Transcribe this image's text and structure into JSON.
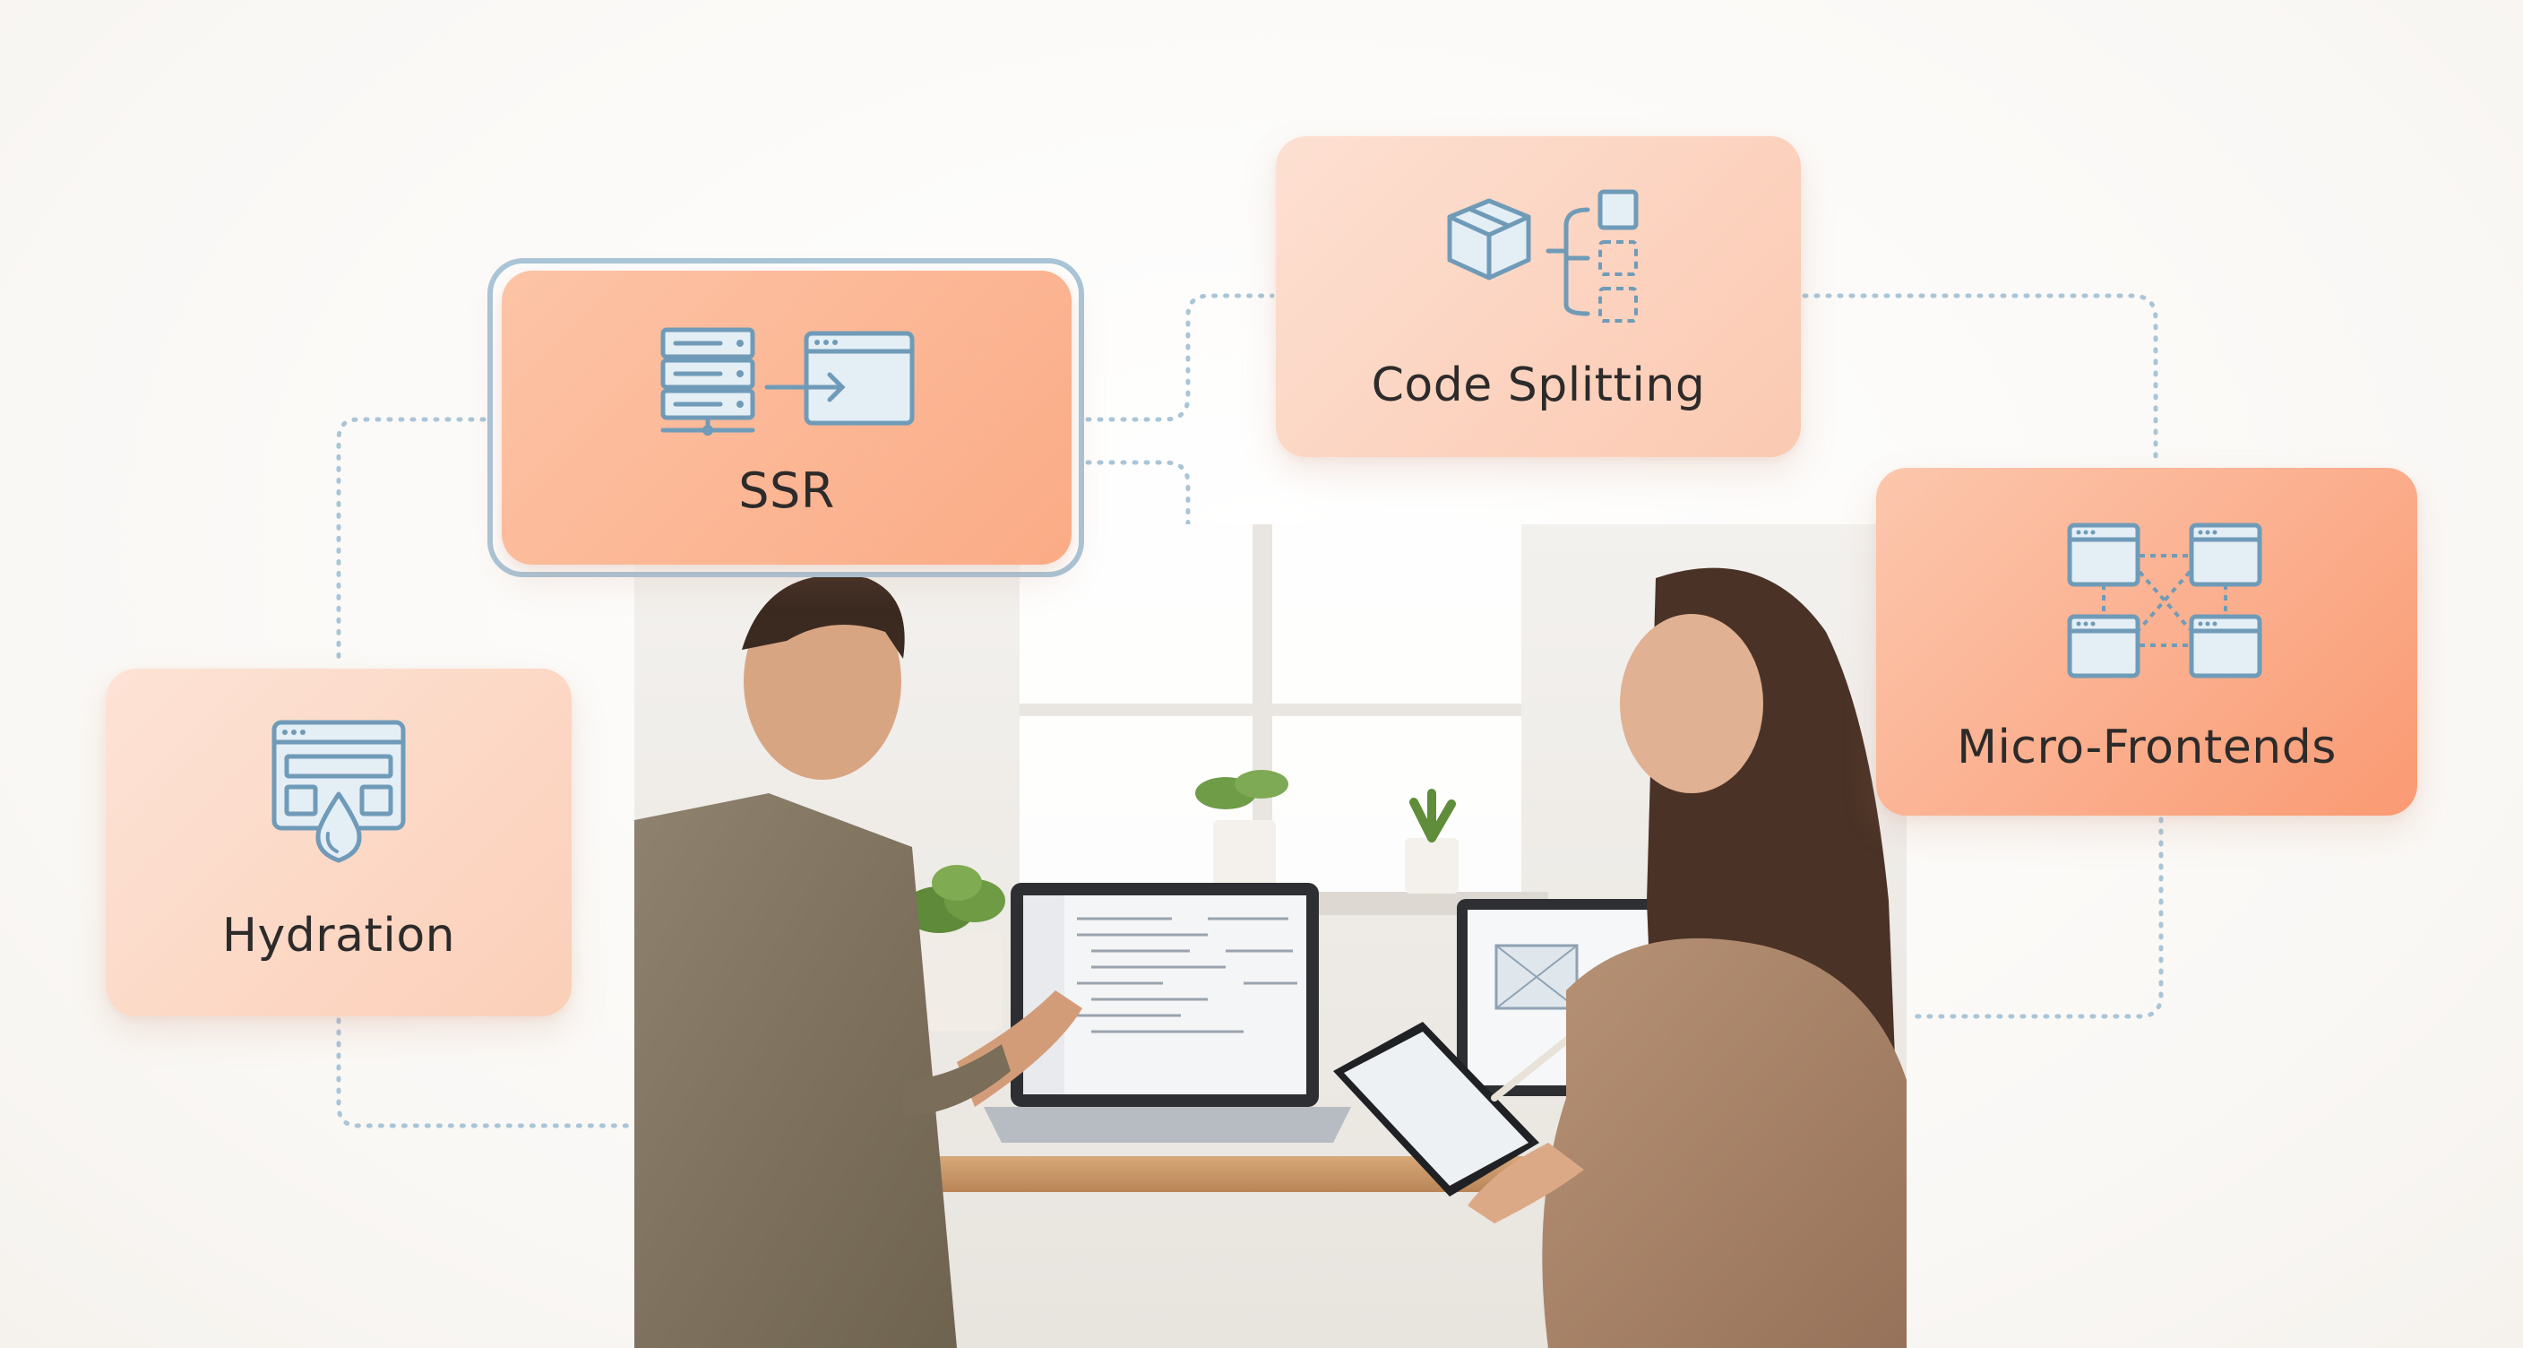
{
  "cards": {
    "ssr": {
      "label": "SSR",
      "selected": true
    },
    "code_splitting": {
      "label": "Code Splitting"
    },
    "hydration": {
      "label": "Hydration"
    },
    "micro_frontends": {
      "label": "Micro-Frontends"
    }
  },
  "icons": {
    "ssr": "server-to-browser-icon",
    "code_splitting": "package-split-icon",
    "hydration": "browser-water-drop-icon",
    "micro_frontends": "connected-windows-icon"
  },
  "colors": {
    "card_light": "#fde0d2",
    "card_strong": "#fbab86",
    "selection_border": "#a9c5d8",
    "icon_stroke": "#6f9bb8",
    "connector": "#a9c5d8",
    "label_text": "#2d2b2a"
  }
}
